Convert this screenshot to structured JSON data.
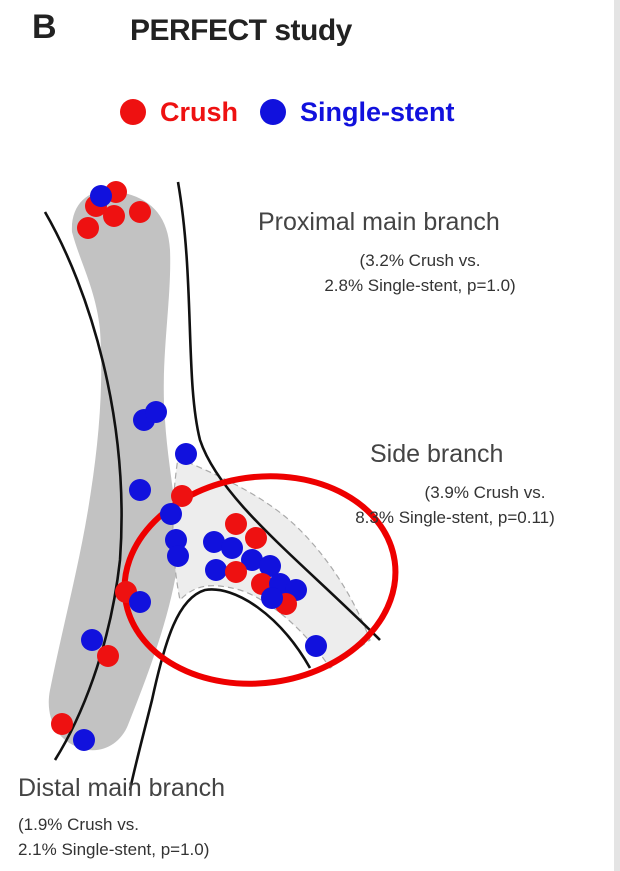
{
  "panel": {
    "letter": "B",
    "title": "PERFECT study"
  },
  "legend": {
    "items": [
      {
        "label": "Crush",
        "color": "#ee1111"
      },
      {
        "label": "Single-stent",
        "color": "#1111dd"
      }
    ]
  },
  "regions": {
    "proximal": {
      "title": "Proximal main branch",
      "line1": "(3.2% Crush vs.",
      "line2": "2.8% Single-stent, p=1.0)"
    },
    "side": {
      "title": "Side branch",
      "line1": "(3.9% Crush vs.",
      "line2": "8.3% Single-stent, p=0.11)"
    },
    "distal": {
      "title": "Distal main branch",
      "line1": "(1.9% Crush vs.",
      "line2": "2.1% Single-stent, p=1.0)"
    }
  },
  "colors": {
    "crush": "#ee1111",
    "single_stent": "#1111dd",
    "highlight_ring": "#ee0000",
    "vessel_shade": "#c2c2c2",
    "side_branch_shade": "#ededed"
  }
}
